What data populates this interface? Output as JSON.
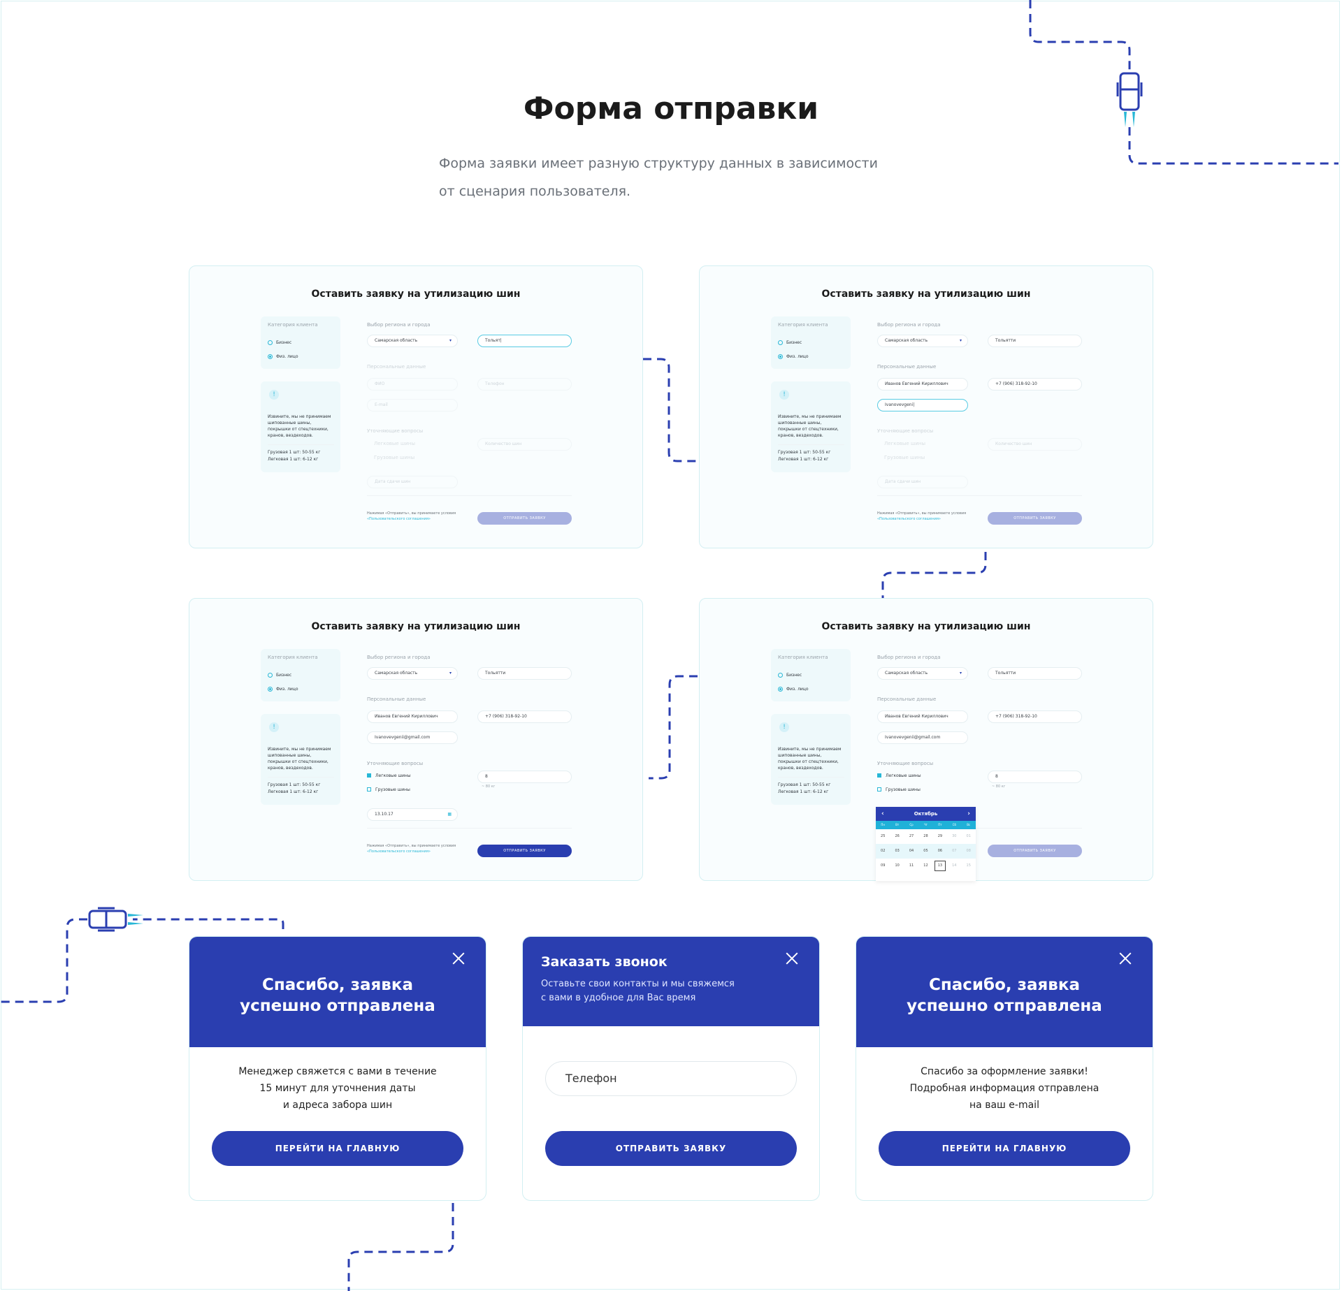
{
  "page": {
    "title": "Форма отправки",
    "subtitle_line1": "Форма заявки имеет разную структуру данных в зависимости",
    "subtitle_line2": "от сценария пользователя."
  },
  "form": {
    "title": "Оставить заявку на утилизацию шин",
    "category_label": "Категория клиента",
    "option_business": "Бизнес",
    "option_person": "Физ. лицо",
    "info_text": "Извините, мы не принимаем шипованные шины, покрышки от спецтехники, кранов, вездеходов.",
    "weight_truck": "Грузовая 1 шт: 50-55 кг",
    "weight_car": "Легковая 1 шт: 6-12 кг",
    "region_label": "Выбор региона и города",
    "region_value": "Самарская область",
    "city_typing": "Тольят|",
    "city_value": "Тольятти",
    "personal_label": "Персональные данные",
    "fio_placeholder": "ФИО",
    "phone_placeholder": "Телефон",
    "email_placeholder": "E-mail",
    "fio_value": "Иванов Евгений Кириллович",
    "phone_value": "+7 (906) 318-92-10",
    "email_typing": "Ivanovevgeni|",
    "email_value": "Ivanovevgenii@gmail.com",
    "questions_label": "Уточняющие вопросы",
    "light_tires": "Легковые шины",
    "truck_tires": "Грузовые шины",
    "count_placeholder": "Количество шин",
    "count_value": "8",
    "weight_hint": "~ 80 кг",
    "date_placeholder": "Дата сдачи шин",
    "date_value": "13.10.17",
    "agree_text": "Нажимая «Отправить», вы принимаете условия",
    "agree_link": "«Пользовательского соглашения»",
    "submit": "ОТПРАВИТЬ ЗАЯВКУ"
  },
  "calendar": {
    "month": "Октябрь",
    "weekdays": [
      "Пн",
      "Вт",
      "Ср",
      "Чт",
      "Пт",
      "Сб",
      "Вс"
    ],
    "rows": [
      [
        "25",
        "26",
        "27",
        "28",
        "29",
        "30",
        "01"
      ],
      [
        "02",
        "03",
        "04",
        "05",
        "06",
        "07",
        "08"
      ],
      [
        "09",
        "10",
        "11",
        "12",
        "13",
        "14",
        "15"
      ]
    ],
    "selected": "13"
  },
  "modals": {
    "success_title_line1": "Спасибо, заявка",
    "success_title_line2": "успешно отправлена",
    "success1_text_line1": "Менеджер свяжется с вами в течение",
    "success1_text_line2": "15 минут для уточнения даты",
    "success1_text_line3": "и адреса забора шин",
    "go_home": "ПЕРЕЙТИ НА ГЛАВНУЮ",
    "callback_title": "Заказать звонок",
    "callback_sub_line1": "Оставьте свои контакты и мы свяжемся",
    "callback_sub_line2": "с вами в удобное для Вас время",
    "callback_phone_placeholder": "Телефон",
    "callback_submit": "ОТПРАВИТЬ ЗАЯВКУ",
    "success2_text_line1": "Спасибо за оформление заявки!",
    "success2_text_line2": "Подробная информация отправлена",
    "success2_text_line3": "на ваш e-mail"
  },
  "colors": {
    "brand_blue": "#2a3eb0",
    "accent_cyan": "#28b7d6",
    "route_dash": "#2a3eb0"
  }
}
